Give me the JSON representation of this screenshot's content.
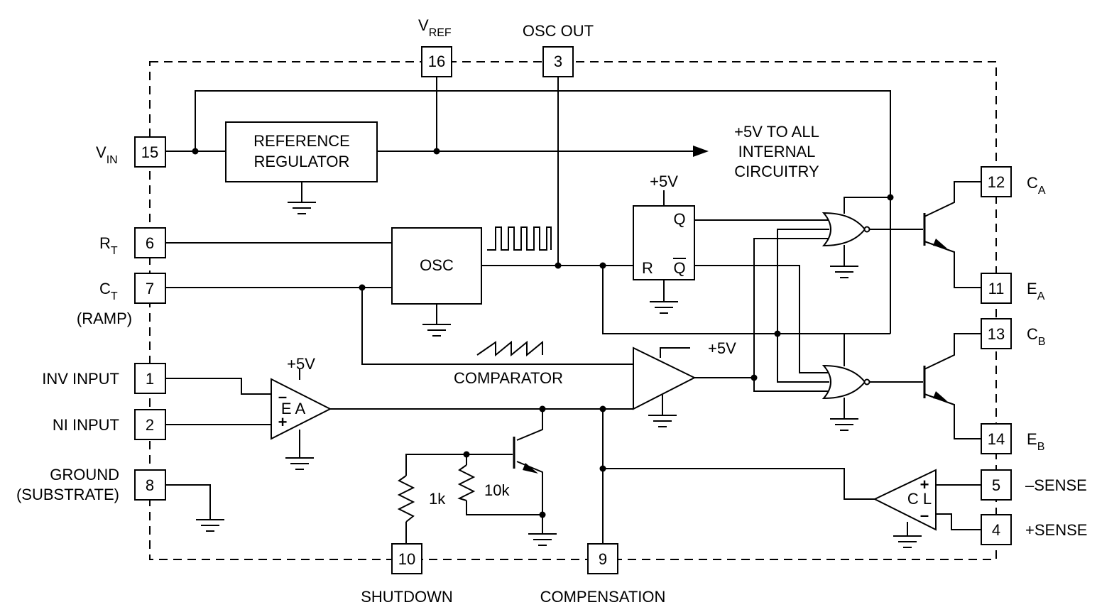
{
  "pins": {
    "p1": "1",
    "p2": "2",
    "p3": "3",
    "p4": "4",
    "p5": "5",
    "p6": "6",
    "p7": "7",
    "p8": "8",
    "p9": "9",
    "p10": "10",
    "p11": "11",
    "p12": "12",
    "p13": "13",
    "p14": "14",
    "p15": "15",
    "p16": "16"
  },
  "labels": {
    "vref_main": "V",
    "vref_sub": "REF",
    "osc_out": "OSC OUT",
    "vin_main": "V",
    "vin_sub": "IN",
    "rt_main": "R",
    "rt_sub": "T",
    "ct_main": "C",
    "ct_sub": "T",
    "ramp": "(RAMP)",
    "inv_input": "INV INPUT",
    "ni_input": "NI INPUT",
    "ground": "GROUND",
    "substrate": "(SUBSTRATE)",
    "shutdown": "SHUTDOWN",
    "compensation": "COMPENSATION",
    "ca_main": "C",
    "ca_sub": "A",
    "ea_main": "E",
    "ea_sub": "A",
    "cb_main": "C",
    "cb_sub": "B",
    "eb_main": "E",
    "eb_sub": "B",
    "minus_sense": "–SENSE",
    "plus_sense": "+SENSE"
  },
  "blocks": {
    "reference_line1": "REFERENCE",
    "reference_line2": "REGULATOR",
    "internal_line1": "+5V TO ALL",
    "internal_line2": "INTERNAL",
    "internal_line3": "CIRCUITRY",
    "osc": "OSC",
    "comparator": "COMPARATOR",
    "flipflop_q": "Q",
    "flipflop_qbar": "Q",
    "flipflop_r": "R",
    "ea_label": "E A",
    "cl_label": "C L",
    "supply_ff": "+5V",
    "supply_comp": "+5V",
    "supply_ea": "+5V",
    "r1k": "1k",
    "r10k": "10k"
  }
}
